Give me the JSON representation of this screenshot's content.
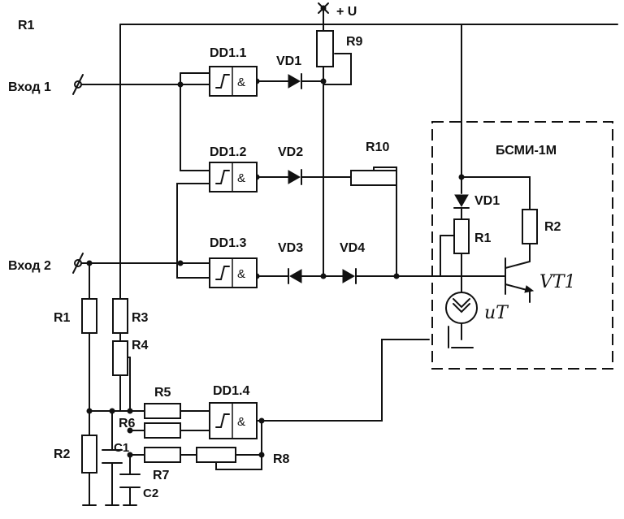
{
  "corner_label": "R1",
  "supply": "+ U",
  "inputs": {
    "in1": "Вход 1",
    "in2": "Вход 2"
  },
  "gates": {
    "g1": "DD1.1",
    "g2": "DD1.2",
    "g3": "DD1.3",
    "g4": "DD1.4",
    "and_symbol": "&"
  },
  "diodes": {
    "vd1": "VD1",
    "vd2": "VD2",
    "vd3": "VD3",
    "vd4": "VD4"
  },
  "resistors": {
    "r1": "R1",
    "r2": "R2",
    "r3": "R3",
    "r4": "R4",
    "r5": "R5",
    "r6": "R6",
    "r7": "R7",
    "r8": "R8",
    "r9": "R9",
    "r10": "R10"
  },
  "capacitors": {
    "c1": "C1",
    "c2": "C2"
  },
  "module": {
    "title": "БСМИ-1М",
    "vd1": "VD1",
    "r1": "R1",
    "r2": "R2",
    "transistor": "VT1",
    "emitter": "иТ"
  }
}
